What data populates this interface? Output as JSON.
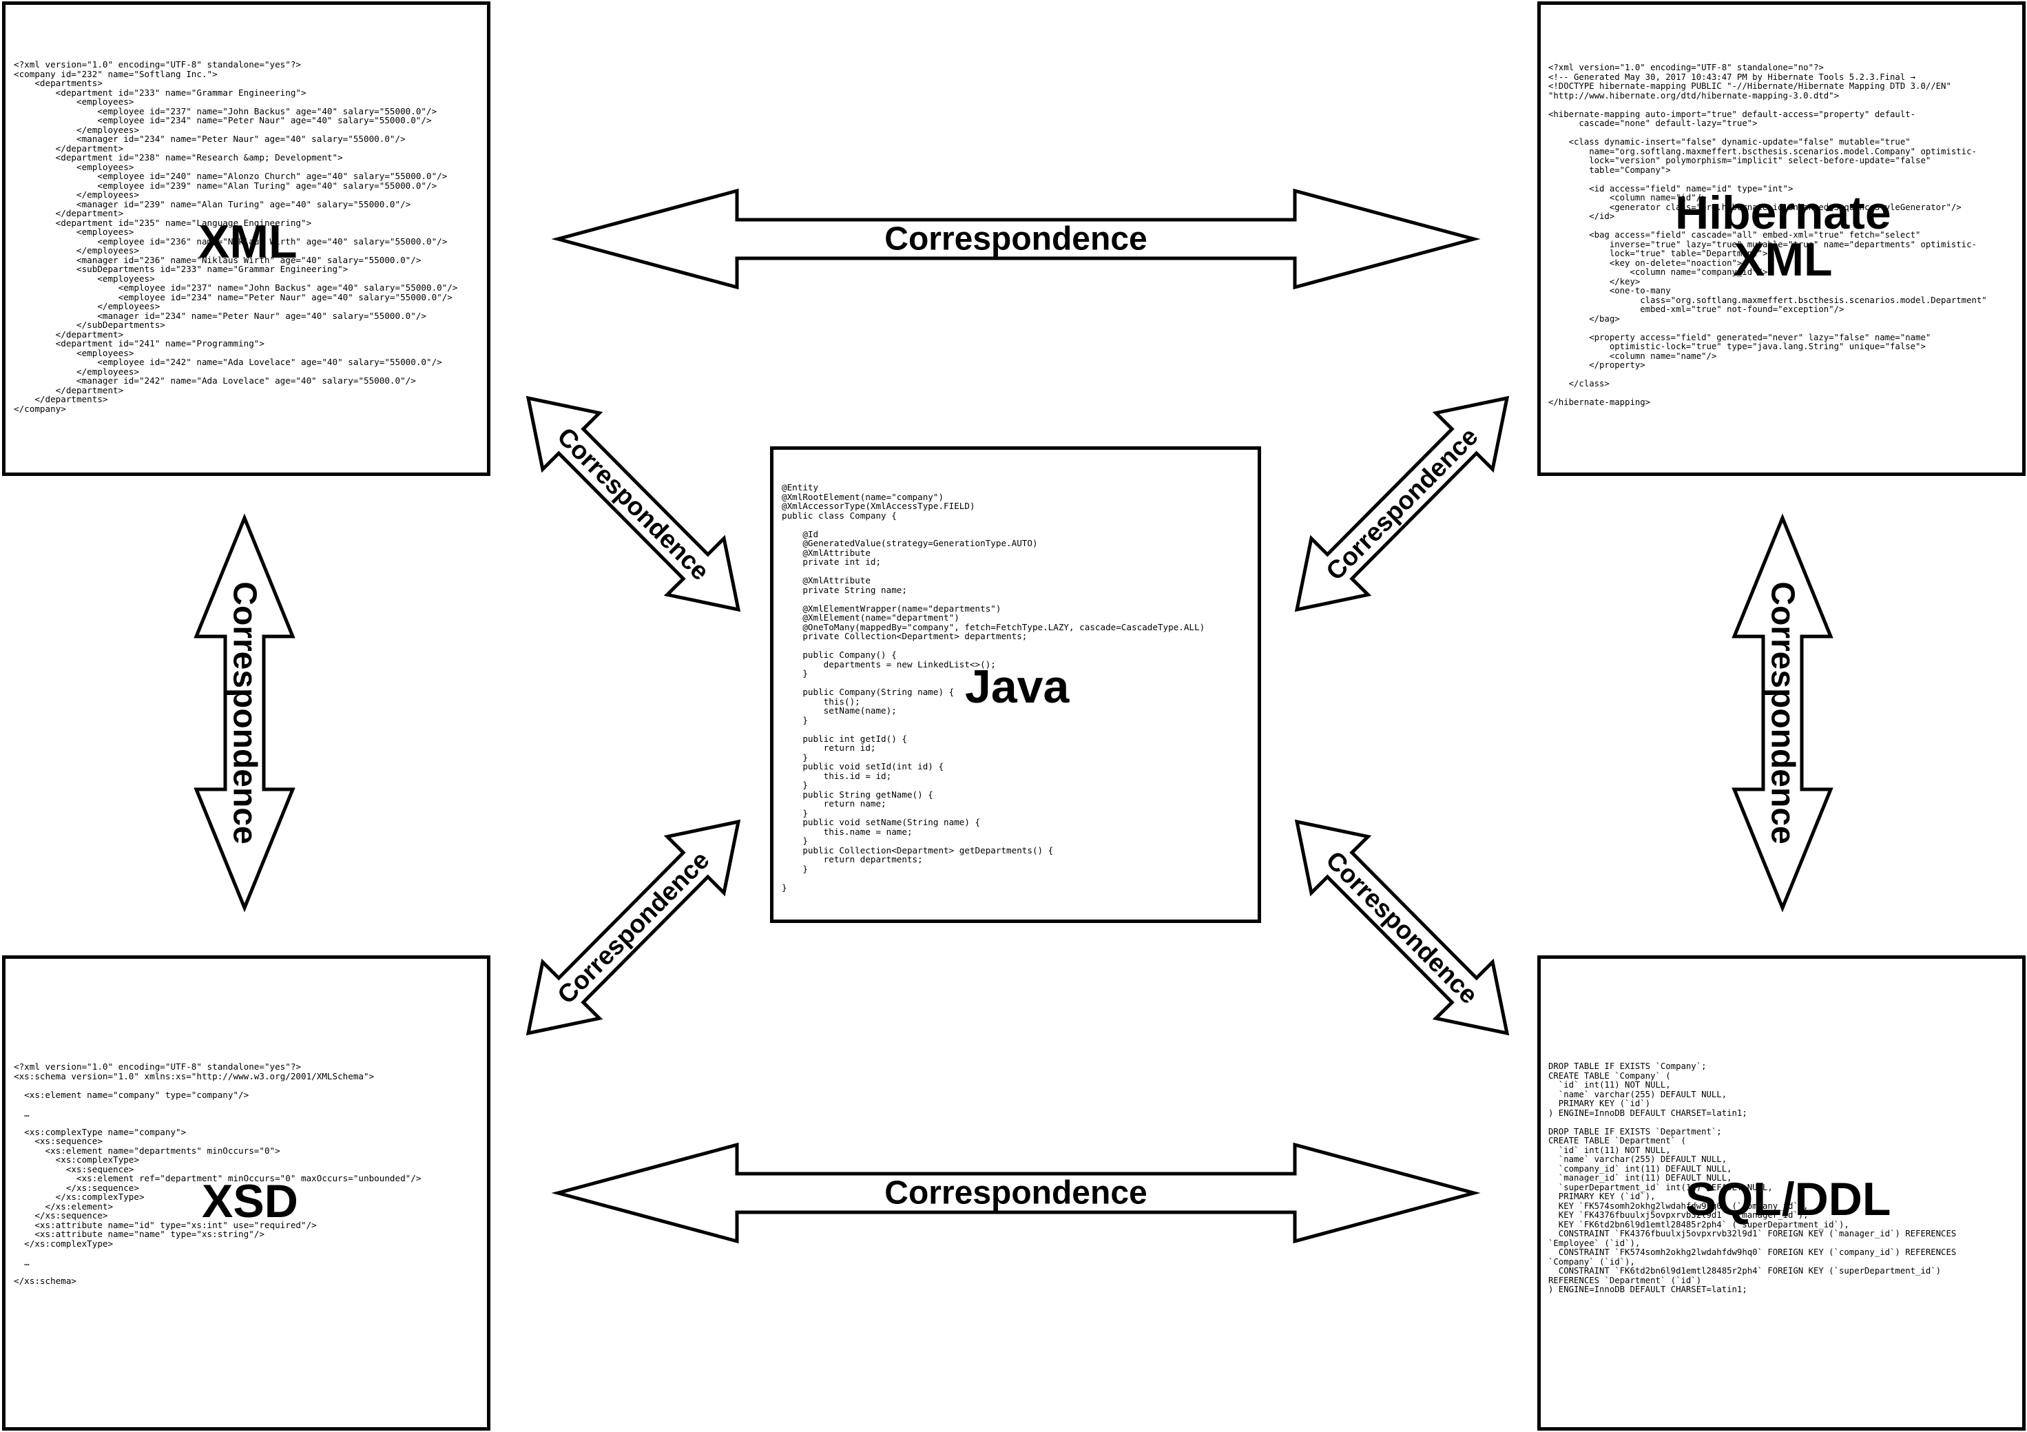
{
  "artifacts": {
    "xml": {
      "title": "XML",
      "code": "<?xml version=\"1.0\" encoding=\"UTF-8\" standalone=\"yes\"?>\n<company id=\"232\" name=\"Softlang Inc.\">\n    <departments>\n        <department id=\"233\" name=\"Grammar Engineering\">\n            <employees>\n                <employee id=\"237\" name=\"John Backus\" age=\"40\" salary=\"55000.0\"/>\n                <employee id=\"234\" name=\"Peter Naur\" age=\"40\" salary=\"55000.0\"/>\n            </employees>\n            <manager id=\"234\" name=\"Peter Naur\" age=\"40\" salary=\"55000.0\"/>\n        </department>\n        <department id=\"238\" name=\"Research &amp; Development\">\n            <employees>\n                <employee id=\"240\" name=\"Alonzo Church\" age=\"40\" salary=\"55000.0\"/>\n                <employee id=\"239\" name=\"Alan Turing\" age=\"40\" salary=\"55000.0\"/>\n            </employees>\n            <manager id=\"239\" name=\"Alan Turing\" age=\"40\" salary=\"55000.0\"/>\n        </department>\n        <department id=\"235\" name=\"Language Engineering\">\n            <employees>\n                <employee id=\"236\" name=\"Niklaus Wirth\" age=\"40\" salary=\"55000.0\"/>\n            </employees>\n            <manager id=\"236\" name=\"Niklaus Wirth\" age=\"40\" salary=\"55000.0\"/>\n            <subDepartments id=\"233\" name=\"Grammar Engineering\">\n                <employees>\n                    <employee id=\"237\" name=\"John Backus\" age=\"40\" salary=\"55000.0\"/>\n                    <employee id=\"234\" name=\"Peter Naur\" age=\"40\" salary=\"55000.0\"/>\n                </employees>\n                <manager id=\"234\" name=\"Peter Naur\" age=\"40\" salary=\"55000.0\"/>\n            </subDepartments>\n        </department>\n        <department id=\"241\" name=\"Programming\">\n            <employees>\n                <employee id=\"242\" name=\"Ada Lovelace\" age=\"40\" salary=\"55000.0\"/>\n            </employees>\n            <manager id=\"242\" name=\"Ada Lovelace\" age=\"40\" salary=\"55000.0\"/>\n        </department>\n    </departments>\n</company>"
    },
    "hibernate": {
      "title": "Hibernate\nXML",
      "code": "<?xml version=\"1.0\" encoding=\"UTF-8\" standalone=\"no\"?>\n<!-- Generated May 30, 2017 10:43:47 PM by Hibernate Tools 5.2.3.Final →\n<!DOCTYPE hibernate-mapping PUBLIC \"-//Hibernate/Hibernate Mapping DTD 3.0//EN\"\n\"http://www.hibernate.org/dtd/hibernate-mapping-3.0.dtd\">\n\n<hibernate-mapping auto-import=\"true\" default-access=\"property\" default-\n      cascade=\"none\" default-lazy=\"true\">\n\n    <class dynamic-insert=\"false\" dynamic-update=\"false\" mutable=\"true\"\n        name=\"org.softlang.maxmeffert.bscthesis.scenarios.model.Company\" optimistic-\n        lock=\"version\" polymorphism=\"implicit\" select-before-update=\"false\"\n        table=\"Company\">\n\n        <id access=\"field\" name=\"id\" type=\"int\">\n            <column name=\"id\"/>\n            <generator class=\"org.hibernate.id.enhanced.SequenceStyleGenerator\"/>\n        </id>\n\n        <bag access=\"field\" cascade=\"all\" embed-xml=\"true\" fetch=\"select\"\n            inverse=\"true\" lazy=\"true\" mutable=\"true\" name=\"departments\" optimistic-\n            lock=\"true\" table=\"Department\">\n            <key on-delete=\"noaction\">\n                <column name=\"company_id\"/>\n            </key>\n            <one-to-many\n                  class=\"org.softlang.maxmeffert.bscthesis.scenarios.model.Department\"\n                  embed-xml=\"true\" not-found=\"exception\"/>\n        </bag>\n\n        <property access=\"field\" generated=\"never\" lazy=\"false\" name=\"name\"\n            optimistic-lock=\"true\" type=\"java.lang.String\" unique=\"false\">\n            <column name=\"name\"/>\n        </property>\n\n    </class>\n\n</hibernate-mapping>"
    },
    "java": {
      "title": "Java",
      "code": "@Entity\n@XmlRootElement(name=\"company\")\n@XmlAccessorType(XmlAccessType.FIELD)\npublic class Company {\n\n    @Id\n    @GeneratedValue(strategy=GenerationType.AUTO)\n    @XmlAttribute\n    private int id;\n\n    @XmlAttribute\n    private String name;\n\n    @XmlElementWrapper(name=\"departments\")\n    @XmlElement(name=\"department\")\n    @OneToMany(mappedBy=\"company\", fetch=FetchType.LAZY, cascade=CascadeType.ALL)\n    private Collection<Department> departments;\n\n    public Company() {\n        departments = new LinkedList<>();\n    }\n\n    public Company(String name) {\n        this();\n        setName(name);\n    }\n\n    public int getId() {\n        return id;\n    }\n    public void setId(int id) {\n        this.id = id;\n    }\n    public String getName() {\n        return name;\n    }\n    public void setName(String name) {\n        this.name = name;\n    }\n    public Collection<Department> getDepartments() {\n        return departments;\n    }\n\n}"
    },
    "xsd": {
      "title": "XSD",
      "code": "<?xml version=\"1.0\" encoding=\"UTF-8\" standalone=\"yes\"?>\n<xs:schema version=\"1.0\" xmlns:xs=\"http://www.w3.org/2001/XMLSchema\">\n\n  <xs:element name=\"company\" type=\"company\"/>\n\n  …\n\n  <xs:complexType name=\"company\">\n    <xs:sequence>\n      <xs:element name=\"departments\" minOccurs=\"0\">\n        <xs:complexType>\n          <xs:sequence>\n            <xs:element ref=\"department\" minOccurs=\"0\" maxOccurs=\"unbounded\"/>\n          </xs:sequence>\n        </xs:complexType>\n      </xs:element>\n    </xs:sequence>\n    <xs:attribute name=\"id\" type=\"xs:int\" use=\"required\"/>\n    <xs:attribute name=\"name\" type=\"xs:string\"/>\n  </xs:complexType>\n\n  …\n\n</xs:schema>"
    },
    "sql": {
      "title": "SQL/DDL",
      "code": "DROP TABLE IF EXISTS `Company`;\nCREATE TABLE `Company` (\n  `id` int(11) NOT NULL,\n  `name` varchar(255) DEFAULT NULL,\n  PRIMARY KEY (`id`)\n) ENGINE=InnoDB DEFAULT CHARSET=latin1;\n\nDROP TABLE IF EXISTS `Department`;\nCREATE TABLE `Department` (\n  `id` int(11) NOT NULL,\n  `name` varchar(255) DEFAULT NULL,\n  `company_id` int(11) DEFAULT NULL,\n  `manager_id` int(11) DEFAULT NULL,\n  `superDepartment_id` int(11) DEFAULT NULL,\n  PRIMARY KEY (`id`),\n  KEY `FK574somh2okhg2lwdahfdw9hq0` (`company_id`),\n  KEY `FK4376fbuulxj5ovpxrvb32l9d1` (`manager_id`),\n  KEY `FK6td2bn6l9d1emtl28485r2ph4` (`superDepartment_id`),\n  CONSTRAINT `FK4376fbuulxj5ovpxrvb32l9d1` FOREIGN KEY (`manager_id`) REFERENCES\n`Employee` (`id`),\n  CONSTRAINT `FK574somh2okhg2lwdahfdw9hq0` FOREIGN KEY (`company_id`) REFERENCES\n`Company` (`id`),\n  CONSTRAINT `FK6td2bn6l9d1emtl28485r2ph4` FOREIGN KEY (`superDepartment_id`)\nREFERENCES `Department` (`id`)\n) ENGINE=InnoDB DEFAULT CHARSET=latin1;"
    }
  },
  "arrows": [
    {
      "id": "xml-hibernate",
      "label": "Correspondence"
    },
    {
      "id": "xsd-sql",
      "label": "Correspondence"
    },
    {
      "id": "xml-xsd",
      "label": "Correspondence"
    },
    {
      "id": "hibernate-sql",
      "label": "Correspondence"
    },
    {
      "id": "java-xml",
      "label": "Correspondence"
    },
    {
      "id": "java-hibernate",
      "label": "Correspondence"
    },
    {
      "id": "java-xsd",
      "label": "Correspondence"
    },
    {
      "id": "java-sql",
      "label": "Correspondence"
    }
  ],
  "colors": {
    "stroke": "#000000",
    "fill": "#ffffff",
    "text": "#000000"
  }
}
